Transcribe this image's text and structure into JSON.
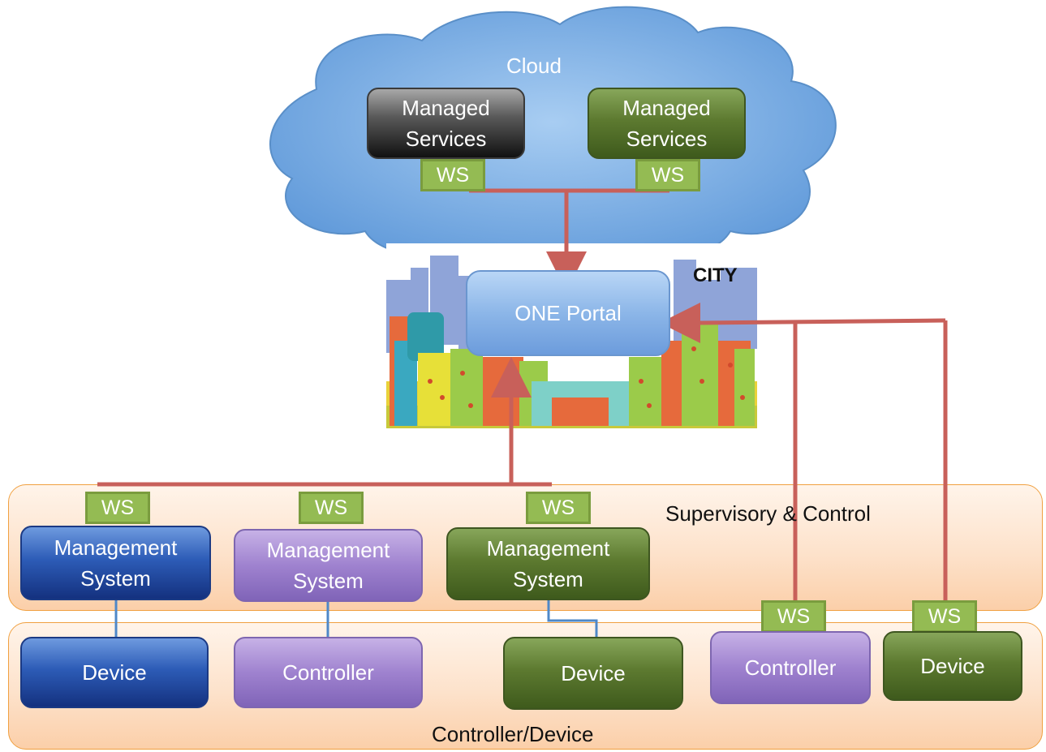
{
  "cloud": {
    "label": "Cloud",
    "managed_services_1": "Managed Services",
    "managed_services_2": "Managed Services",
    "ws": "WS"
  },
  "city": {
    "label": "CITY",
    "portal": "ONE Portal"
  },
  "supervisory": {
    "label": "Supervisory & Control",
    "systems": [
      {
        "label": "Management System",
        "ws": "WS"
      },
      {
        "label": "Management System",
        "ws": "WS"
      },
      {
        "label": "Management System",
        "ws": "WS"
      }
    ]
  },
  "controller_device": {
    "label": "Controller/Device",
    "items": [
      {
        "label": "Device"
      },
      {
        "label": "Controller"
      },
      {
        "label": "Device"
      },
      {
        "label": "Controller",
        "ws": "WS"
      },
      {
        "label": "Device",
        "ws": "WS"
      }
    ]
  },
  "colors": {
    "connector": "#c8605a",
    "link": "#4f88c8",
    "ws_fill": "#94bb53",
    "cloud_fill": "#7fb1e6",
    "layer_border": "#f0a040"
  }
}
